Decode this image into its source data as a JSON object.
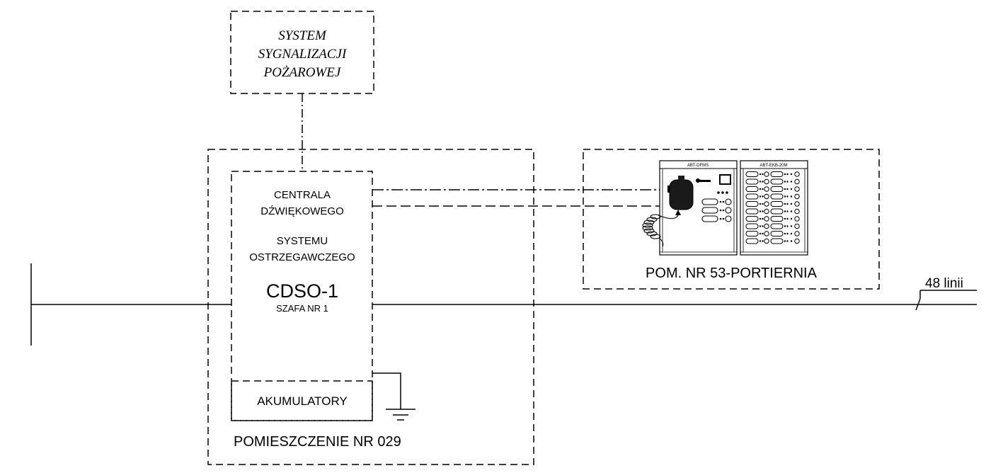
{
  "fire_system": {
    "line1": "SYSTEM",
    "line2": "SYGNALIZACJI",
    "line3": "POŻAROWEJ"
  },
  "central": {
    "line1": "CENTRALA",
    "line2": "DŹWIĘKOWEGO",
    "line3": "SYSTEMU",
    "line4": "OSTRZEGAWCZEGO",
    "model": "CDSO-1",
    "cabinet": "SZAFA NR 1"
  },
  "battery": {
    "label": "AKUMULATORY"
  },
  "room_029": {
    "label": "POMIESZCZENIE NR 029"
  },
  "room_53": {
    "label": "POM. NR 53-PORTIERNIA"
  },
  "mic_console": {
    "label": "ABT-DFMS"
  },
  "ext_keyboard": {
    "label": "ABT-EKB-20M"
  },
  "bus": {
    "label": "48 linii"
  }
}
